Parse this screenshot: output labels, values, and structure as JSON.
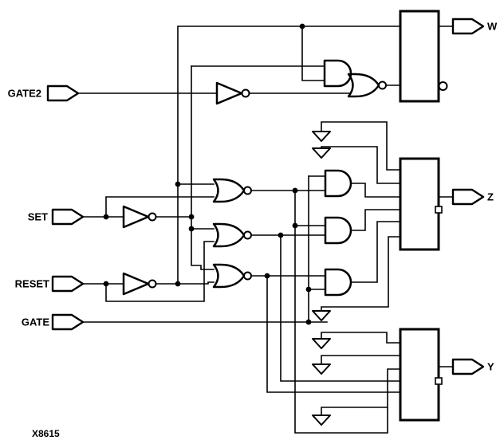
{
  "figure": {
    "code": "X8615",
    "type": "logic-schematic"
  },
  "colors": {
    "line": "#000000",
    "background": "#ffffff"
  },
  "inputs": [
    {
      "label": "GATE2"
    },
    {
      "label": "SET"
    },
    {
      "label": "RESET"
    },
    {
      "label": "GATE"
    }
  ],
  "outputs": [
    {
      "label": "W"
    },
    {
      "label": "Z"
    },
    {
      "label": "Y"
    }
  ],
  "components": {
    "inverters": [
      "gate2-inverter",
      "set-inverter",
      "reset-inverter"
    ],
    "nor_gates": [
      "w-compound-nor",
      "latch-nor-1",
      "latch-nor-2",
      "latch-nor-3"
    ],
    "and_gates": [
      "w-and",
      "z-and-1",
      "z-and-2",
      "z-and-3"
    ],
    "blocks": [
      "w-block",
      "z-block",
      "y-block"
    ],
    "connector_arrows": 6,
    "junction_dots": 13
  }
}
